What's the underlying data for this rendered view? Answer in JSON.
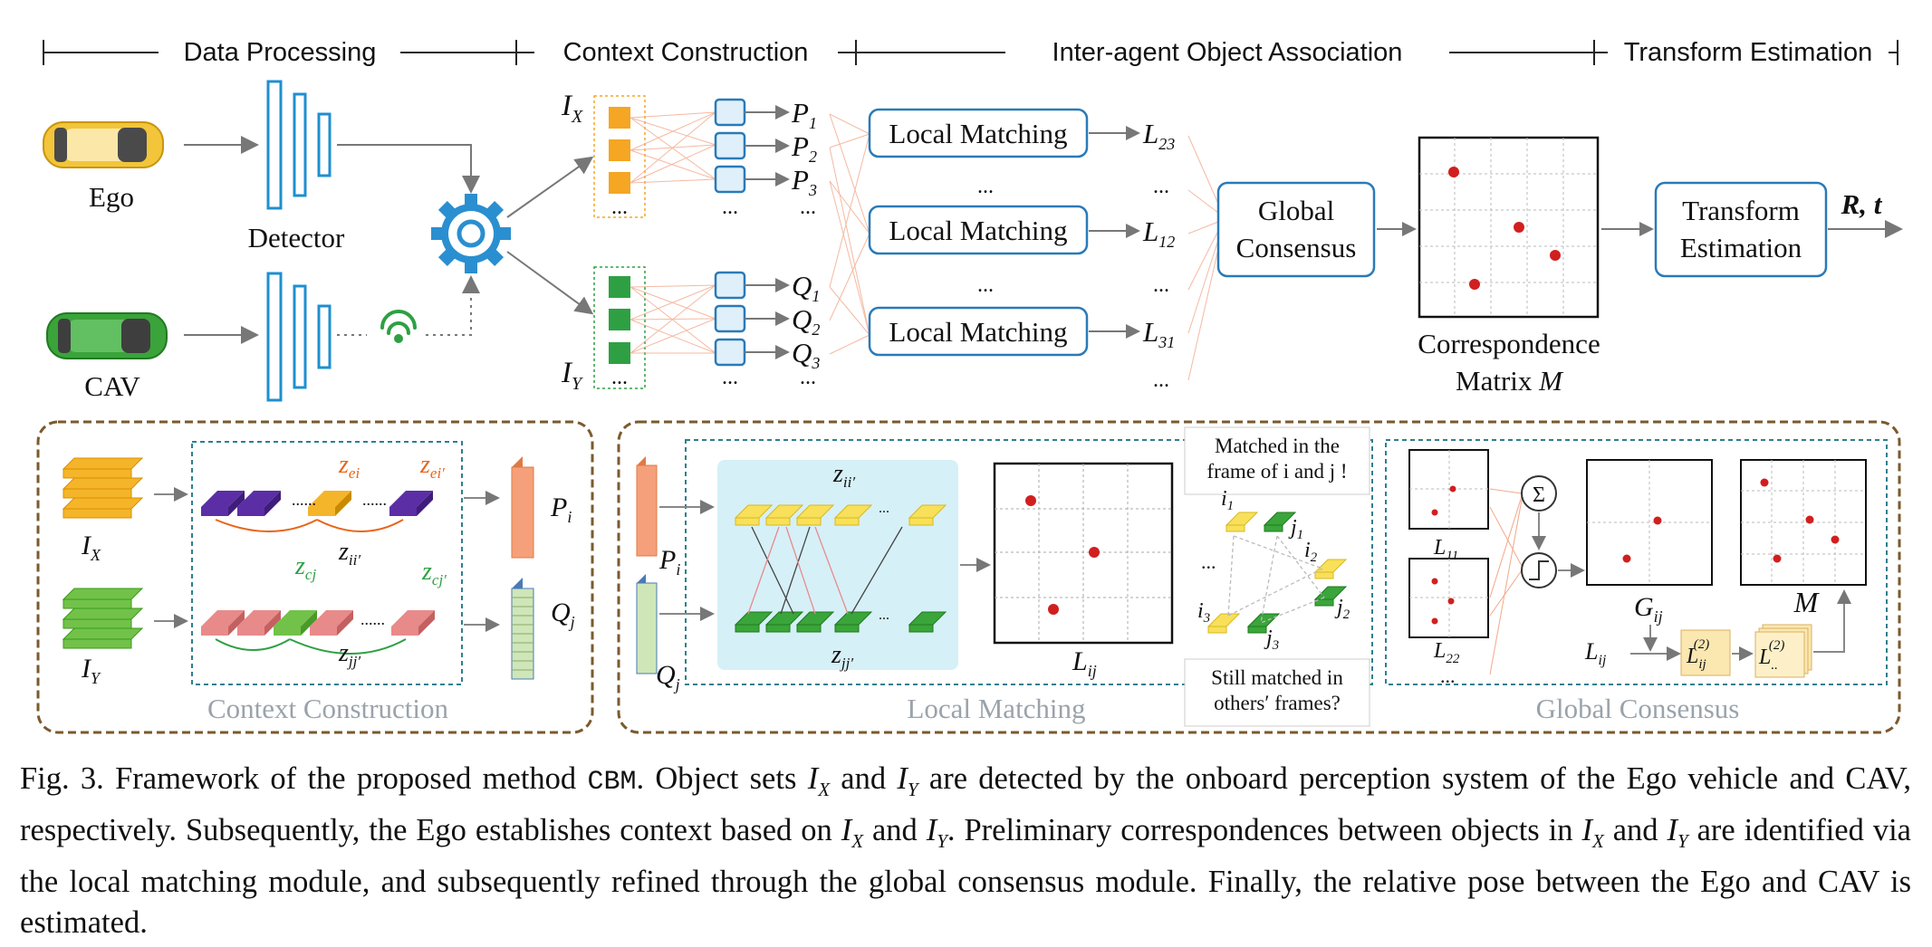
{
  "header": {
    "data_processing": "Data Processing",
    "context_construction": "Context Construction",
    "association": "Inter-agent Object Association",
    "transform_estimation": "Transform Estimation"
  },
  "top": {
    "ego_label": "Ego",
    "cav_label": "CAV",
    "detector_label": "Detector",
    "ix_label": "I",
    "ix_sub": "X",
    "iy_label": "I",
    "iy_sub": "Y",
    "p_labels": [
      "P",
      "P",
      "P"
    ],
    "p_subs": [
      "1",
      "2",
      "3"
    ],
    "q_labels": [
      "Q",
      "Q",
      "Q"
    ],
    "q_subs": [
      "1",
      "2",
      "3"
    ],
    "local_matching": [
      "Local Matching",
      "Local Matching",
      "Local Matching"
    ],
    "l_labels": [
      "L",
      "L",
      "L"
    ],
    "l_subs": [
      "23",
      "12",
      "31"
    ],
    "ellipsis": "...",
    "global_consensus": [
      "Global",
      "Consensus"
    ],
    "correspondence": [
      "Correspondence",
      "Matrix "
    ],
    "matrix_symbol": "M",
    "transform": [
      "Transform",
      "Estimation"
    ],
    "output": "R, t"
  },
  "context_panel": {
    "title": "Context Construction",
    "ix": "I",
    "ix_sub": "X",
    "iy": "I",
    "iy_sub": "Y",
    "z_ei": "z",
    "z_ei_sub": "ei",
    "z_ei2": "z",
    "z_ei2_sub": "ei′",
    "z_ii": "z",
    "z_ii_sub": "ii′",
    "z_cj": "z",
    "z_cj_sub": "cj",
    "z_cj2": "z",
    "z_cj2_sub": "cj′",
    "z_jj": "z",
    "z_jj_sub": "jj′",
    "pi": "P",
    "pi_sub": "i",
    "qj": "Q",
    "qj_sub": "j",
    "dots": "......"
  },
  "local_panel": {
    "title": "Local Matching",
    "pi": "P",
    "pi_sub": "i",
    "qj": "Q",
    "qj_sub": "j",
    "z_ii": "z",
    "z_ii_sub": "ii′",
    "z_jj": "z",
    "z_jj_sub": "jj′",
    "lij": "L",
    "lij_sub": "ij",
    "note_top": [
      "Matched in the",
      "frame of i and j !"
    ],
    "note_bottom": [
      "Still matched in",
      "others′ frames?"
    ],
    "i_labels": [
      "i",
      "i",
      "i"
    ],
    "j_labels": [
      "j",
      "j",
      "j"
    ],
    "idx": [
      "1",
      "2",
      "3"
    ],
    "dots": "..."
  },
  "global_panel": {
    "title": "Global Consensus",
    "l11": "L",
    "l11_sub": "11",
    "l22": "L",
    "l22_sub": "22",
    "gij": "G",
    "gij_sub": "ij",
    "m": "M",
    "lij": "L",
    "lij_sub": "ij",
    "l2": "L",
    "l2_sub": "ij",
    "l2_sup": "(2)",
    "ldd": "L",
    "ldd_sub": "..",
    "ldd_sup": "(2)",
    "sum_symbol": "Σ",
    "dots": "..."
  },
  "caption": {
    "prefix": "Fig. 3. Framework of the proposed method ",
    "method": "CBM",
    "text1": ". Object sets ",
    "ix_sym": "I",
    "ix_sub": "X",
    "text2": " and ",
    "iy_sym": "I",
    "iy_sub": "Y",
    "text3": " are detected by the onboard perception system of the Ego vehicle and CAV, respectively. Subsequently, the Ego establishes context based on ",
    "text4": " and ",
    "text5": ". Preliminary correspondences between objects in ",
    "text6": " and ",
    "text7": " are identified via the local matching module, and subsequently refined through the global consensus module. Finally, the relative pose between the Ego and CAV is estimated."
  },
  "colors": {
    "detector_blue": "#1f8fd0",
    "box_blue": "#2a7ab8",
    "orange": "#f5a623",
    "green": "#2ea043",
    "dot_red": "#d11f1f",
    "panel_border": "#7a5a2e",
    "dashed_teal": "#2e7f8f"
  }
}
